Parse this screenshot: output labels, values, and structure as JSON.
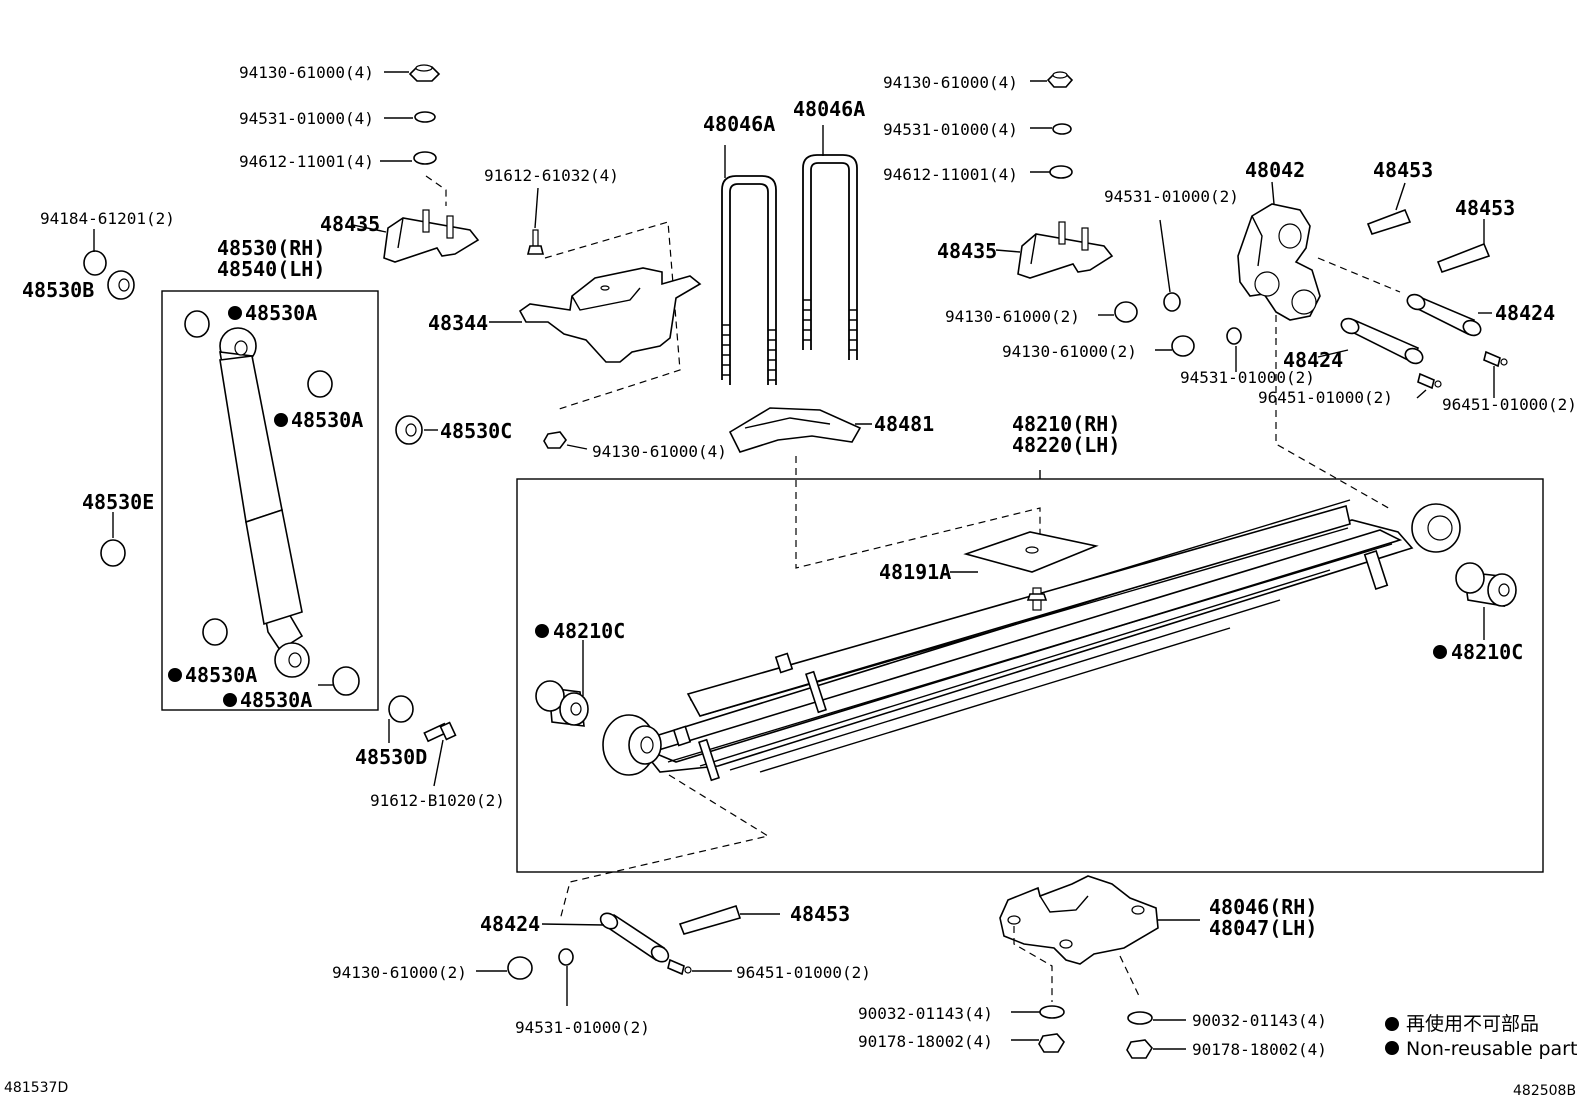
{
  "labels": {
    "l1": "94130-61000(4)",
    "l2": "94531-01000(4)",
    "l3": "94612-11001(4)",
    "l4": "94184-61201(2)",
    "l5": "48435",
    "l6": "48530(RH)",
    "l7": "48540(LH)",
    "l8": "48530B",
    "l9": "48530A",
    "l10": "48530A",
    "l11": "48530E",
    "l12": "48530A",
    "l13": "48530A",
    "l14": "48530C",
    "l15": "48530D",
    "l16": "91612-B1020(2)",
    "l17": "91612-61032(4)",
    "l18": "48344",
    "l19": "94130-61000(4)",
    "l20": "48046A",
    "l21": "48046A",
    "l22": "48481",
    "l23": "94130-61000(4)",
    "l24": "94531-01000(4)",
    "l25": "94612-11001(4)",
    "l26": "48435",
    "l27": "94531-01000(2)",
    "l28": "94130-61000(2)",
    "l29": "94130-61000(2)",
    "l30": "48042",
    "l31": "48453",
    "l32": "48453",
    "l33": "48424",
    "l34": "48424",
    "l35": "94531-01000(2)",
    "l36": "96451-01000(2)",
    "l37": "96451-01000(2)",
    "l38": "48210(RH)",
    "l39": "48220(LH)",
    "l40": "48191A",
    "l41": "48210C",
    "l42": "48210C",
    "l43": "48424",
    "l44": "48453",
    "l45": "94130-61000(2)",
    "l46": "96451-01000(2)",
    "l47": "94531-01000(2)",
    "l48": "48046(RH)",
    "l49": "48047(LH)",
    "l50": "90032-01143(4)",
    "l51": "90178-18002(4)",
    "l52": "90032-01143(4)",
    "l53": "90178-18002(4)"
  },
  "legend": {
    "jp": "再使用不可部品",
    "en": "Non-reusable part"
  },
  "refs": {
    "left": "481537D",
    "right": "482508B"
  }
}
